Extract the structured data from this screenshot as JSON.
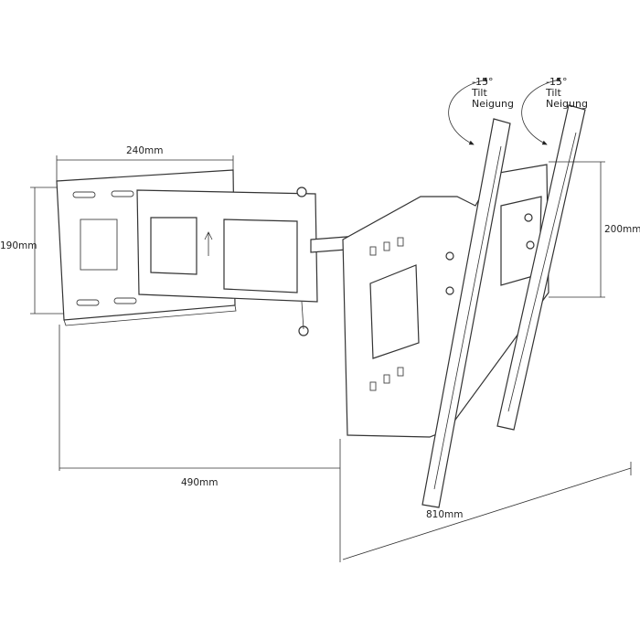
{
  "dimensions": {
    "wall_plate_width": "240mm",
    "wall_plate_height": "190mm",
    "extension_depth": "490mm",
    "tv_bracket_width": "810mm",
    "tv_bracket_height": "200mm"
  },
  "tilt_labels": [
    {
      "angle": "-15°",
      "en": "Tilt",
      "de": "Neigung"
    },
    {
      "angle": "-15°",
      "en": "Tilt",
      "de": "Neigung"
    }
  ]
}
